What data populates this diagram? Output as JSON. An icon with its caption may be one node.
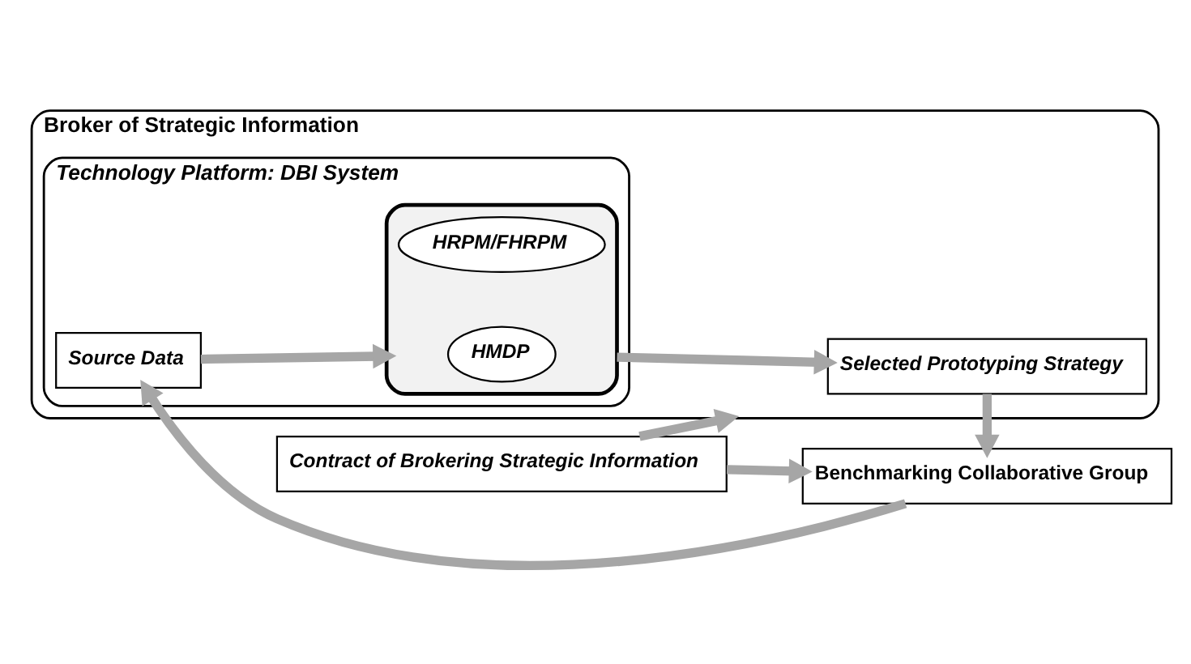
{
  "diagram": {
    "nodes": [
      {
        "text": [
          "Broker of Strategic Information"
        ]
      },
      {
        "text": [
          "Technology Platform: DBI System"
        ],
        "in": 0
      },
      {
        "text": [],
        "shape": "funnel",
        "in": 1
      },
      {
        "text": [
          "HRPM/FHRPM"
        ],
        "in": 2
      },
      {
        "text": [
          "HMDP"
        ],
        "in": 2
      },
      {
        "text": [
          "Source Data"
        ],
        "in": 1
      },
      {
        "text": [
          "Selected Prototyping Strategy"
        ],
        "in": 0
      },
      {
        "text": [
          "Contract of Brokering Strategic Information"
        ]
      },
      {
        "text": [
          "Benchmarking Collaborative Group"
        ]
      }
    ],
    "edges": [
      {
        "from": 7,
        "to": 0,
        "arrow": "to"
      },
      {
        "from": 7,
        "to": 8,
        "arrow": "to"
      },
      {
        "from": 8,
        "to": 5,
        "arrow": "to"
      },
      {
        "from": 5,
        "to": 2,
        "arrow": "to"
      },
      {
        "from": 2,
        "to": 6,
        "arrow": "to"
      },
      {
        "from": 6,
        "to": 8,
        "arrow": "to"
      }
    ]
  }
}
